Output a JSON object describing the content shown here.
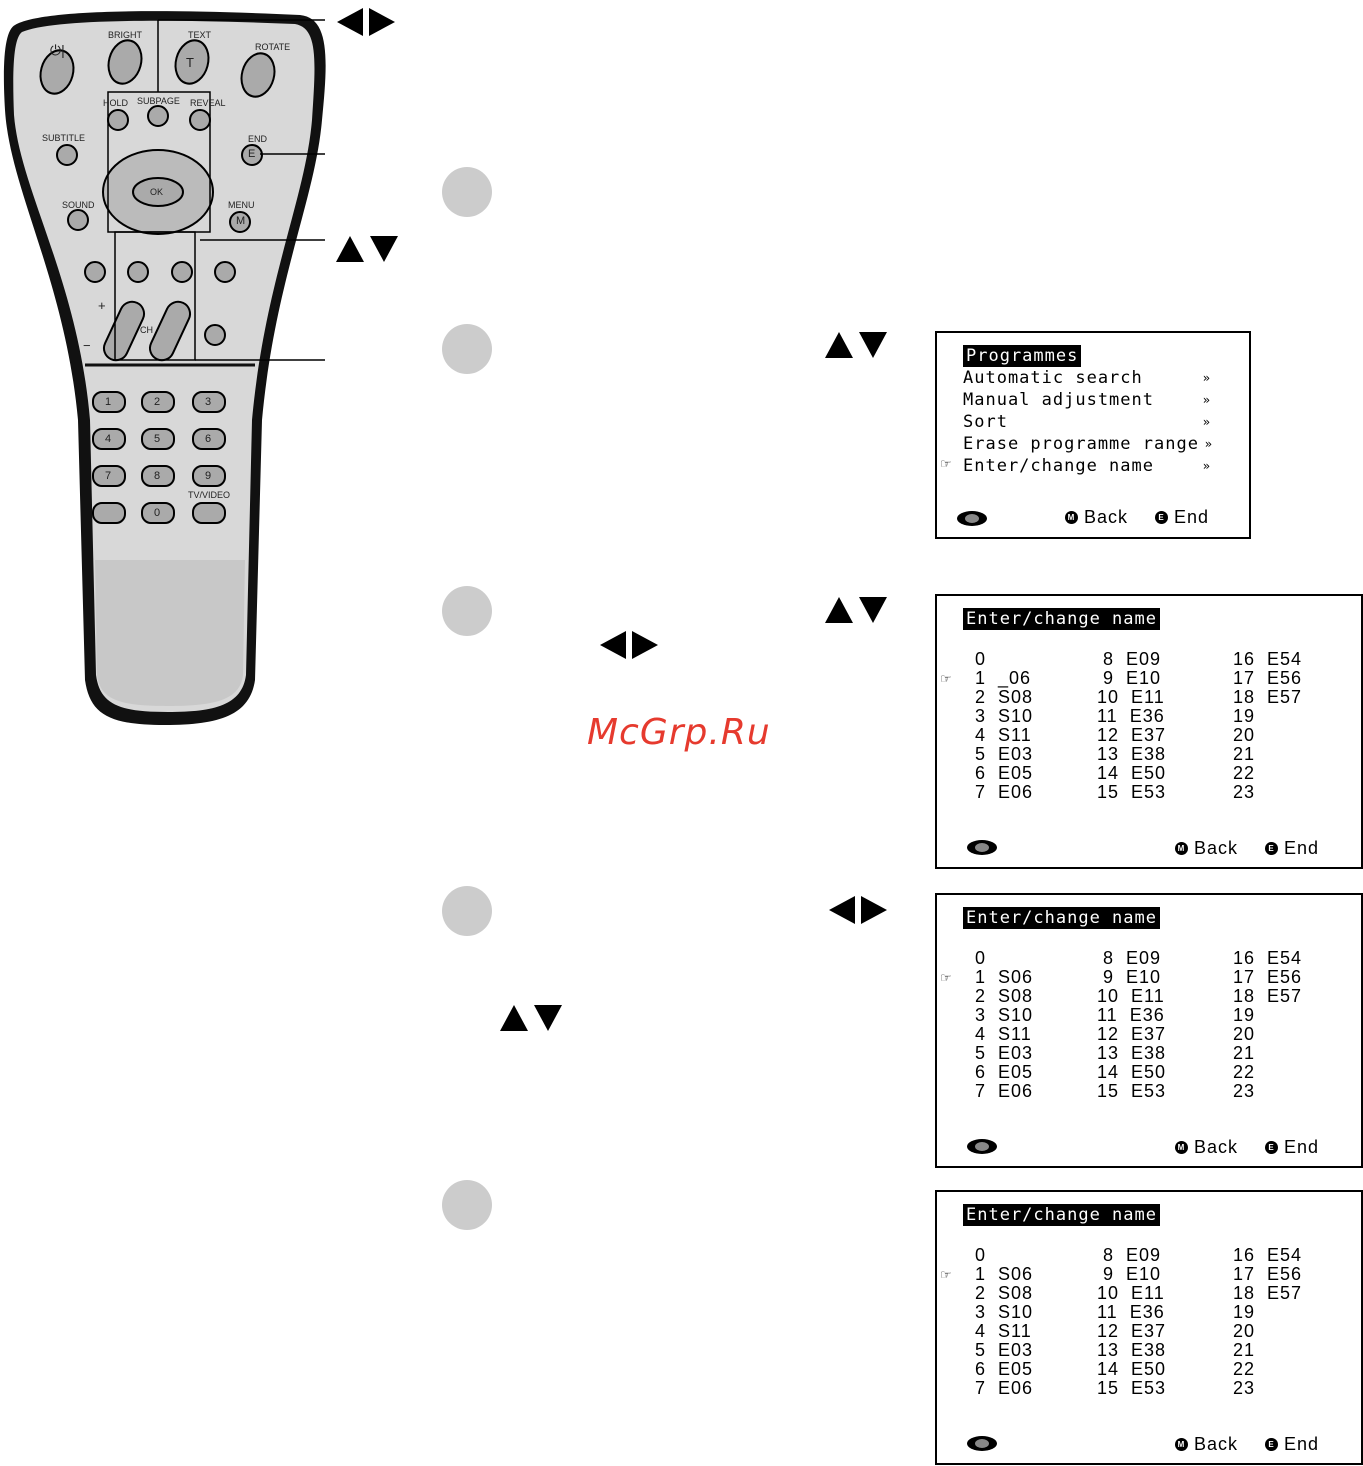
{
  "remote": {
    "buttons": {
      "power": "⏻|",
      "bright": "BRIGHT",
      "text": "TEXT",
      "rotate": "ROTATE",
      "hold": "HOLD",
      "subpage": "SUBPAGE",
      "reveal": "REVEAL",
      "subtitle": "SUBTITLE",
      "end": "END",
      "sound": "SOUND",
      "menu": "MENU",
      "ok": "OK",
      "ch": "CH",
      "tvvideo": "TV/VIDEO",
      "t_letter": "T",
      "m_letter": "M",
      "e_letter": "E",
      "plus": "+",
      "minus": "−",
      "digits": [
        "1",
        "2",
        "3",
        "4",
        "5",
        "6",
        "7",
        "8",
        "9",
        "0"
      ]
    }
  },
  "screen1": {
    "title": "Programmes",
    "items": [
      "Automatic search",
      "Manual adjustment",
      "Sort",
      "Erase programme range",
      "Enter/change name"
    ],
    "back": "Back",
    "end": "End"
  },
  "name_screens": [
    {
      "title": "Enter/change name",
      "col1": "  0\n  1  _06\n  2  S08\n  3  S10\n  4  S11\n  5  E03\n  6  E05\n  7  E06",
      "col2": " 8  E09\n 9  E10\n10  E11\n11  E36\n12  E37\n13  E38\n14  E50\n15  E53",
      "col3": "16  E54\n17  E56\n18  E57\n19\n20\n21\n22\n23",
      "back": "Back",
      "end": "End"
    },
    {
      "title": "Enter/change name",
      "col1": "  0\n  1  S06\n  2  S08\n  3  S10\n  4  S11\n  5  E03\n  6  E05\n  7  E06",
      "col2": " 8  E09\n 9  E10\n10  E11\n11  E36\n12  E37\n13  E38\n14  E50\n15  E53",
      "col3": "16  E54\n17  E56\n18  E57\n19\n20\n21\n22\n23",
      "back": "Back",
      "end": "End"
    },
    {
      "title": "Enter/change name",
      "col1": "  0\n  1  S06\n  2  S08\n  3  S10\n  4  S11\n  5  E03\n  6  E05\n  7  E06",
      "col2": " 8  E09\n 9  E10\n10  E11\n11  E36\n12  E37\n13  E38\n14  E50\n15  E53",
      "col3": "16  E54\n17  E56\n18  E57\n19\n20\n21\n22\n23",
      "back": "Back",
      "end": "End"
    }
  ],
  "watermark": "McGrp.Ru",
  "icons": {
    "pointer": "pointing-hand-icon",
    "ok_joystick": "ok-joystick-icon",
    "menu_button": "menu-button-icon",
    "end_button": "end-button-icon",
    "left_right": "left-right-arrows-icon",
    "up_down": "up-down-arrows-icon"
  }
}
